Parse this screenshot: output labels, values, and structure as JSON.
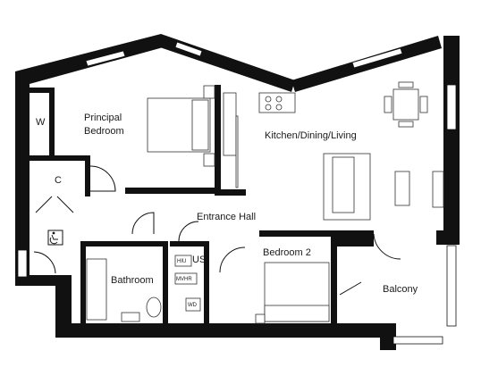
{
  "rooms": {
    "principal_bedroom": {
      "line1": "Principal",
      "line2": "Bedroom"
    },
    "kitchen": "Kitchen/Dining/Living",
    "wardrobe": "W",
    "cupboard": "C",
    "entrance_hall": "Entrance Hall",
    "bedroom2": "Bedroom 2",
    "bathroom": "Bathroom",
    "utility": "US",
    "balcony": "Balcony"
  },
  "fixtures": {
    "hiu": "HIU",
    "mvhr": "MVHR",
    "wd": "WD"
  }
}
